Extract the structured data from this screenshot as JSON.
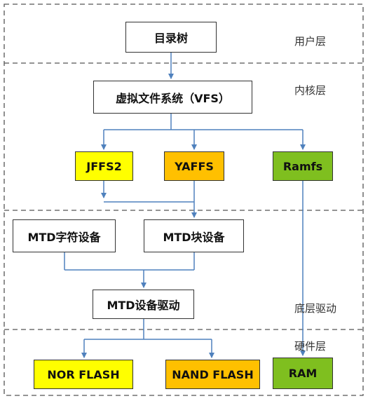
{
  "layers": {
    "user": "用户层",
    "kernel": "内核层",
    "driver": "底层驱动",
    "hardware": "硬件层"
  },
  "nodes": {
    "dir_tree": "目录树",
    "vfs": "虚拟文件系统（VFS）",
    "jffs2": "JFFS2",
    "yaffs": "YAFFS",
    "ramfs": "Ramfs",
    "mtd_char": "MTD字符设备",
    "mtd_block": "MTD块设备",
    "mtd_driver": "MTD设备驱动",
    "nor_flash": "NOR FLASH",
    "nand_flash": "NAND FLASH",
    "ram": "RAM"
  },
  "colors": {
    "yellow": "#ffff00",
    "orange": "#ffc000",
    "green": "#7fbf1f",
    "arrow": "#4f81bd",
    "dash": "#555555"
  }
}
